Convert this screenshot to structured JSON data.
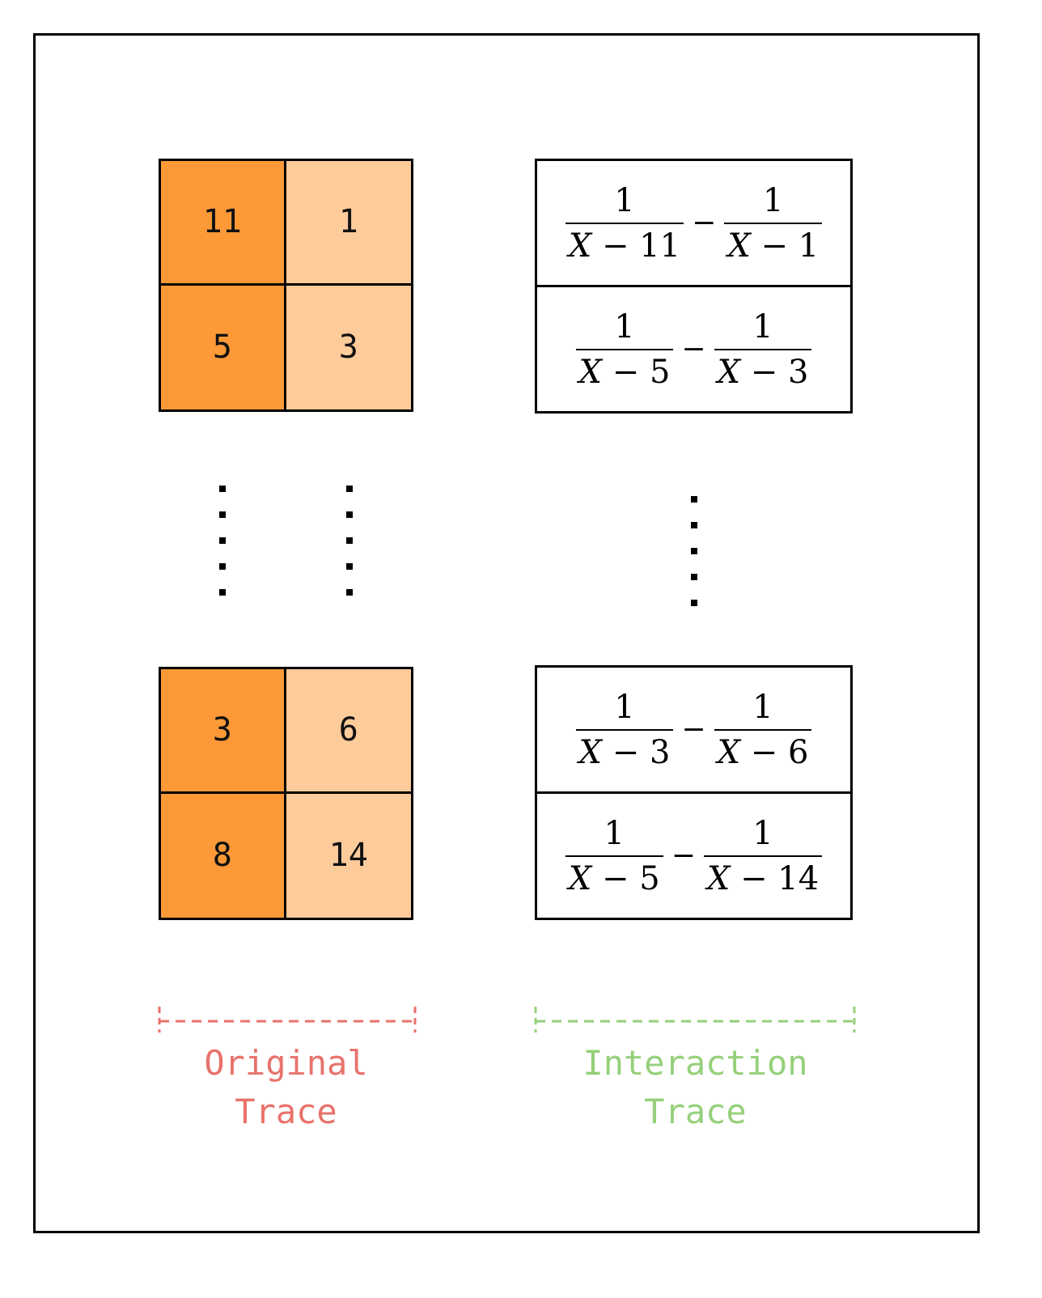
{
  "original_trace": {
    "top_block": [
      [
        "11",
        "1"
      ],
      [
        "5",
        "3"
      ]
    ],
    "bottom_block": [
      [
        "3",
        "6"
      ],
      [
        "8",
        "14"
      ]
    ],
    "label_line1": "Original",
    "label_line2": "Trace",
    "color": "#e8726b"
  },
  "interaction_trace": {
    "top_block": [
      {
        "left": {
          "num": "1",
          "var": "X",
          "op": "−",
          "val": "11"
        },
        "minus": "−",
        "right": {
          "num": "1",
          "var": "X",
          "op": "−",
          "val": "1"
        }
      },
      {
        "left": {
          "num": "1",
          "var": "X",
          "op": "−",
          "val": "5"
        },
        "minus": "−",
        "right": {
          "num": "1",
          "var": "X",
          "op": "−",
          "val": "3"
        }
      }
    ],
    "bottom_block": [
      {
        "left": {
          "num": "1",
          "var": "X",
          "op": "−",
          "val": "3"
        },
        "minus": "−",
        "right": {
          "num": "1",
          "var": "X",
          "op": "−",
          "val": "6"
        }
      },
      {
        "left": {
          "num": "1",
          "var": "X",
          "op": "−",
          "val": "5"
        },
        "minus": "−",
        "right": {
          "num": "1",
          "var": "X",
          "op": "−",
          "val": "14"
        }
      }
    ],
    "label_line1": "Interaction",
    "label_line2": "Trace",
    "color": "#95d07a"
  },
  "colors": {
    "main_column": "#fd9a37",
    "aux_column": "#fecb9a"
  }
}
